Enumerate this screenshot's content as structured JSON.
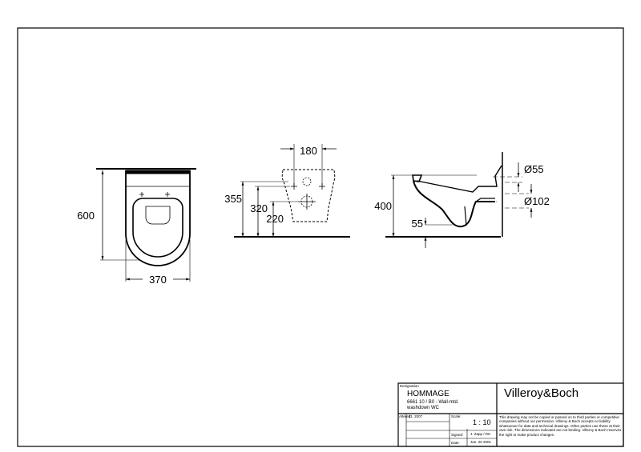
{
  "dimensions": {
    "top_view": {
      "length": "600",
      "width": "370"
    },
    "wall_view": {
      "fixing_spacing": "180",
      "height_355": "355",
      "height_320": "320",
      "height_220": "220"
    },
    "side_view": {
      "height": "400",
      "offset": "55",
      "inlet_diameter": "Ø55",
      "outlet_diameter": "Ø102"
    }
  },
  "title_block": {
    "designation_label": "Designation",
    "product_name": "HOMMAGE",
    "product_description_1": "6661 10 / B0 - Wall-mtd.",
    "product_description_2": "washdown WC",
    "brand": "Villeroy&Boch",
    "altered_label": "Altered:",
    "altered_value": "11. 2007",
    "scale_label": "Scale:",
    "scale_value": "1 : 10",
    "signed_label": "Signed:",
    "signed_value": "J. Zapp / RH",
    "date_label": "Date:",
    "date_value": "Jan. 20 2001",
    "disclaimer": "This drawing may not be copied or passed on to third parties or competitive companies without our permission. Villeroy & Boch accepts no liability whatsoever for data and technical drawings. Other parties use these at their own risk. The dimensions indicated are not binding. Villeroy & Boch reserves the right to make product changes."
  }
}
